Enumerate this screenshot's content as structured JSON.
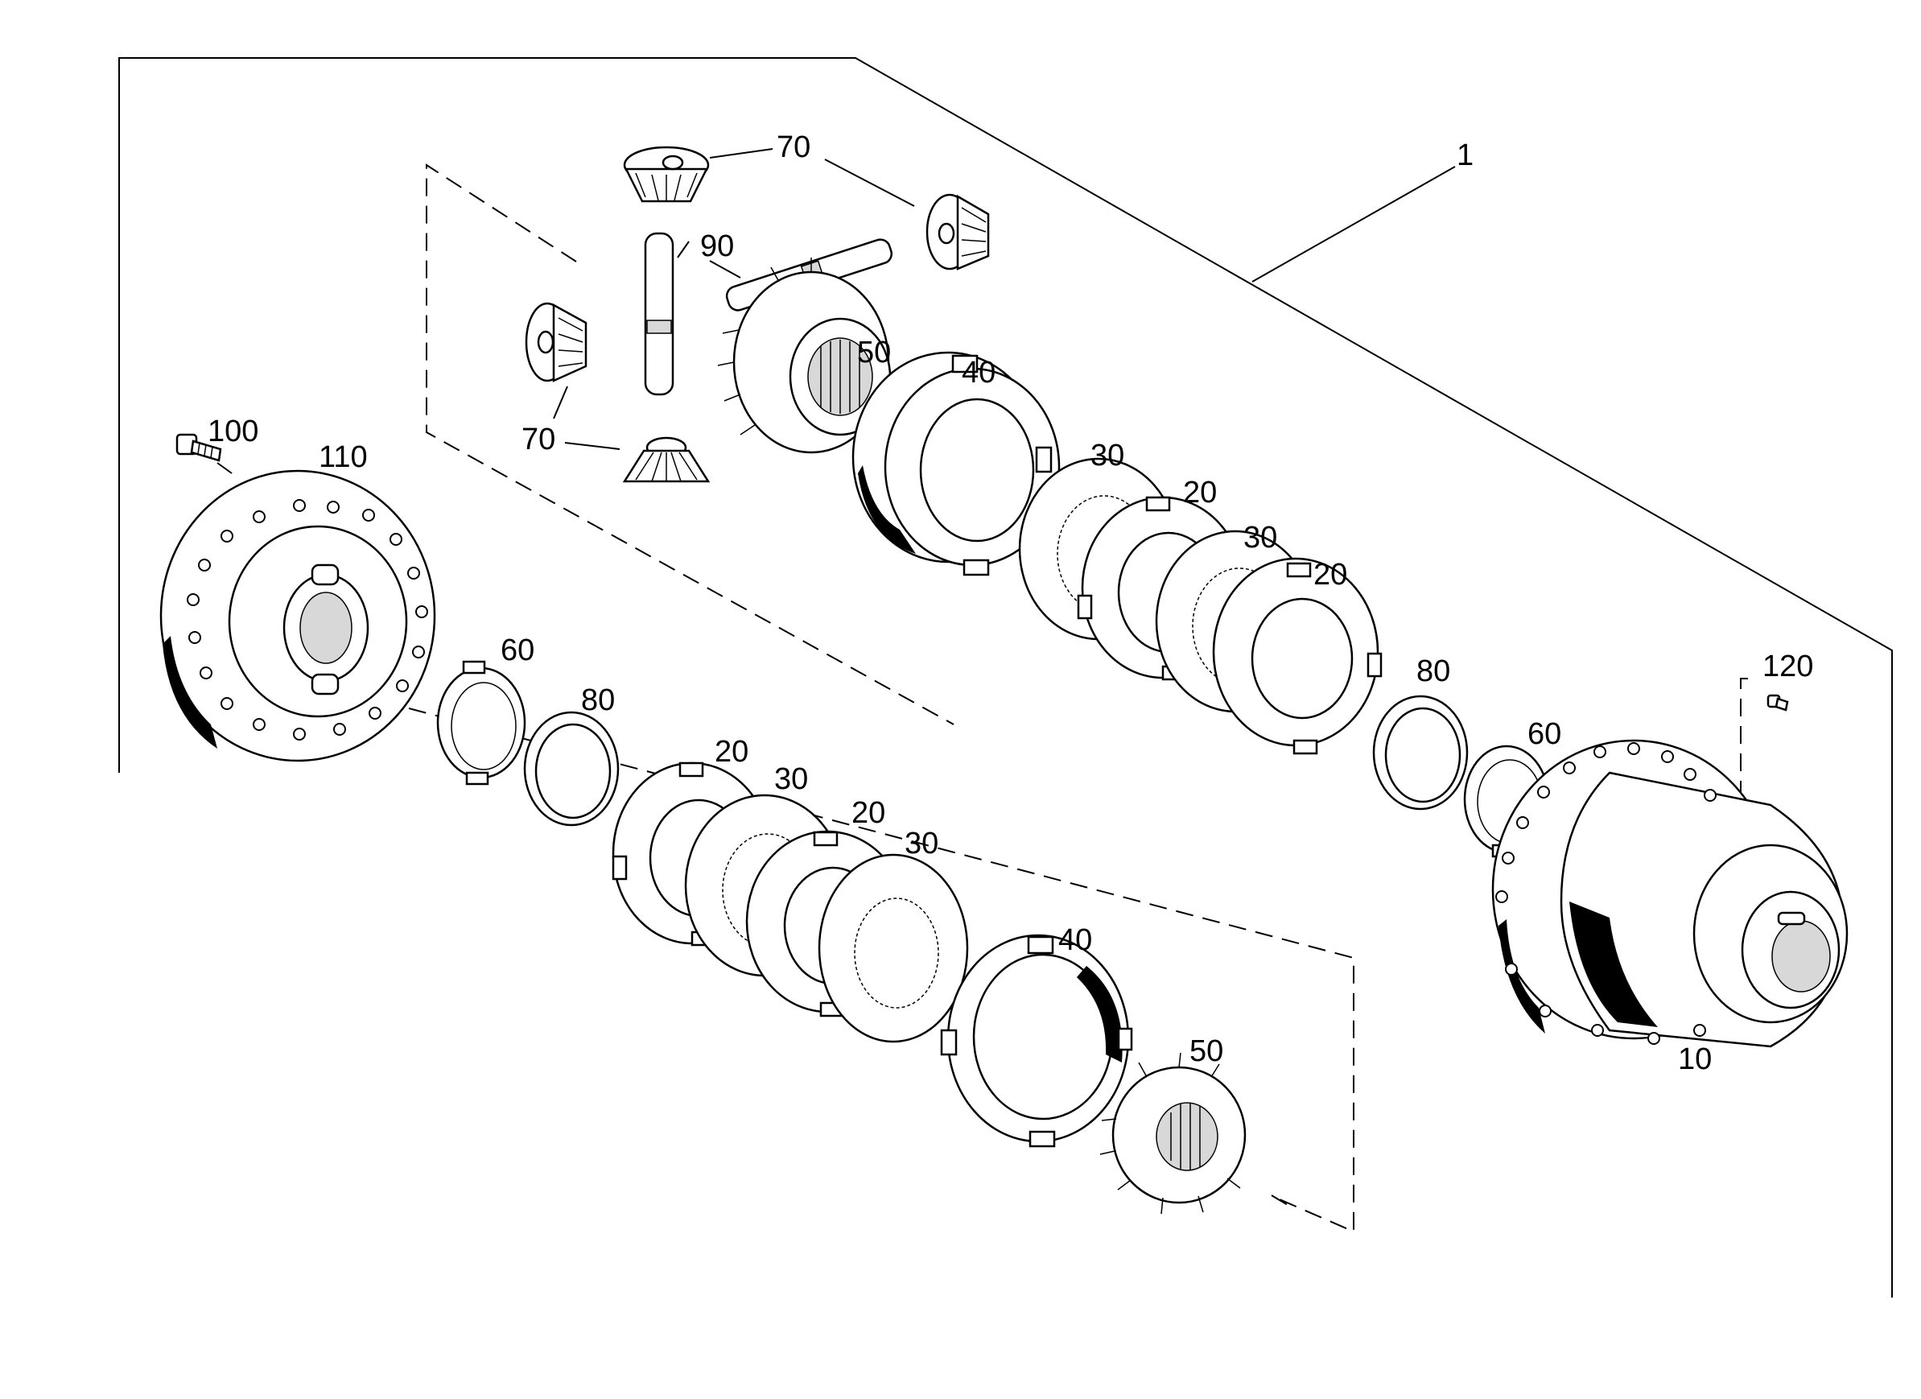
{
  "diagram": {
    "labels": {
      "assembly": "1",
      "housing": "10",
      "plate_outer": "20",
      "plate_inner": "30",
      "pressure_ring": "40",
      "side_gear": "50",
      "thrust_washer_a": "60",
      "pinion_gear": "70",
      "thrust_washer_b": "80",
      "cross_shaft": "90",
      "bolt": "100",
      "cover": "110",
      "screw": "120"
    }
  }
}
